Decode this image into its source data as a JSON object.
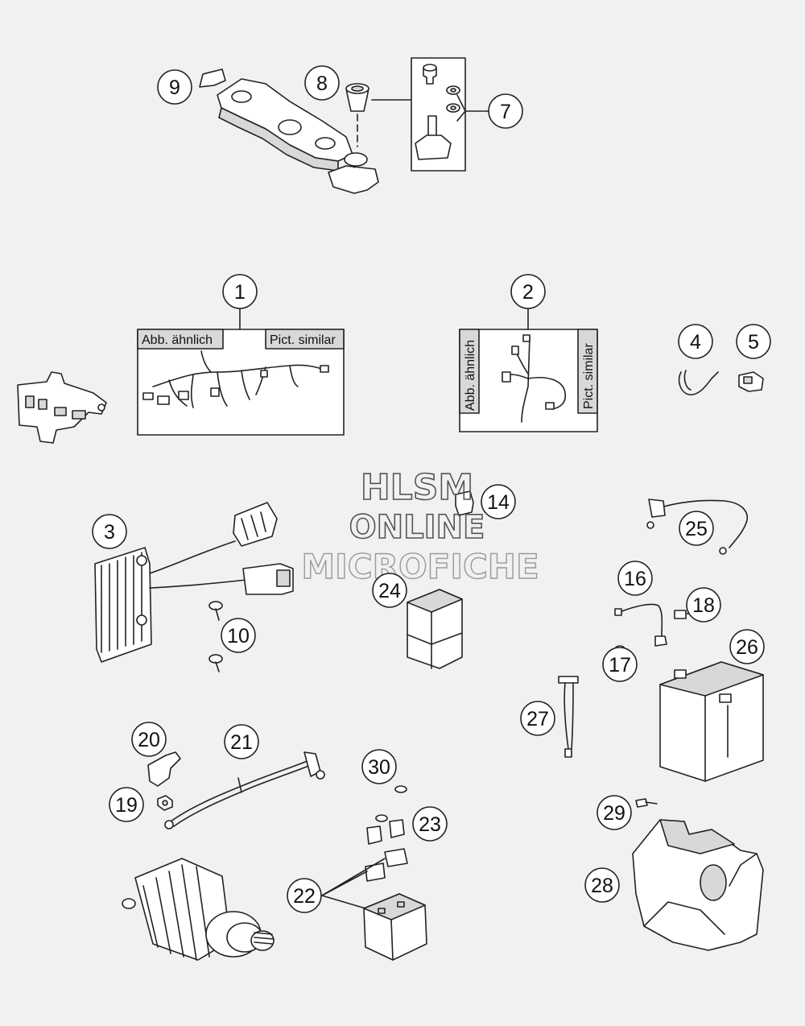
{
  "callouts": {
    "c1": "1",
    "c2": "2",
    "c3": "3",
    "c4": "4",
    "c5": "5",
    "c7": "7",
    "c8": "8",
    "c9": "9",
    "c10": "10",
    "c14": "14",
    "c16": "16",
    "c17": "17",
    "c18": "18",
    "c19": "19",
    "c20": "20",
    "c21": "21",
    "c22": "22",
    "c23": "23",
    "c24": "24",
    "c25": "25",
    "c26": "26",
    "c27": "27",
    "c28": "28",
    "c29": "29",
    "c30": "30"
  },
  "harness_box_1": {
    "label_de": "Abb. ähnlich",
    "label_en": "Pict. similar"
  },
  "harness_box_2": {
    "label_de": "Abb. ähnlich",
    "label_en": "Pict. similar"
  },
  "watermark": {
    "line1": "HLSM",
    "line2": "ONLINE",
    "line3": "MICROFICHE"
  }
}
